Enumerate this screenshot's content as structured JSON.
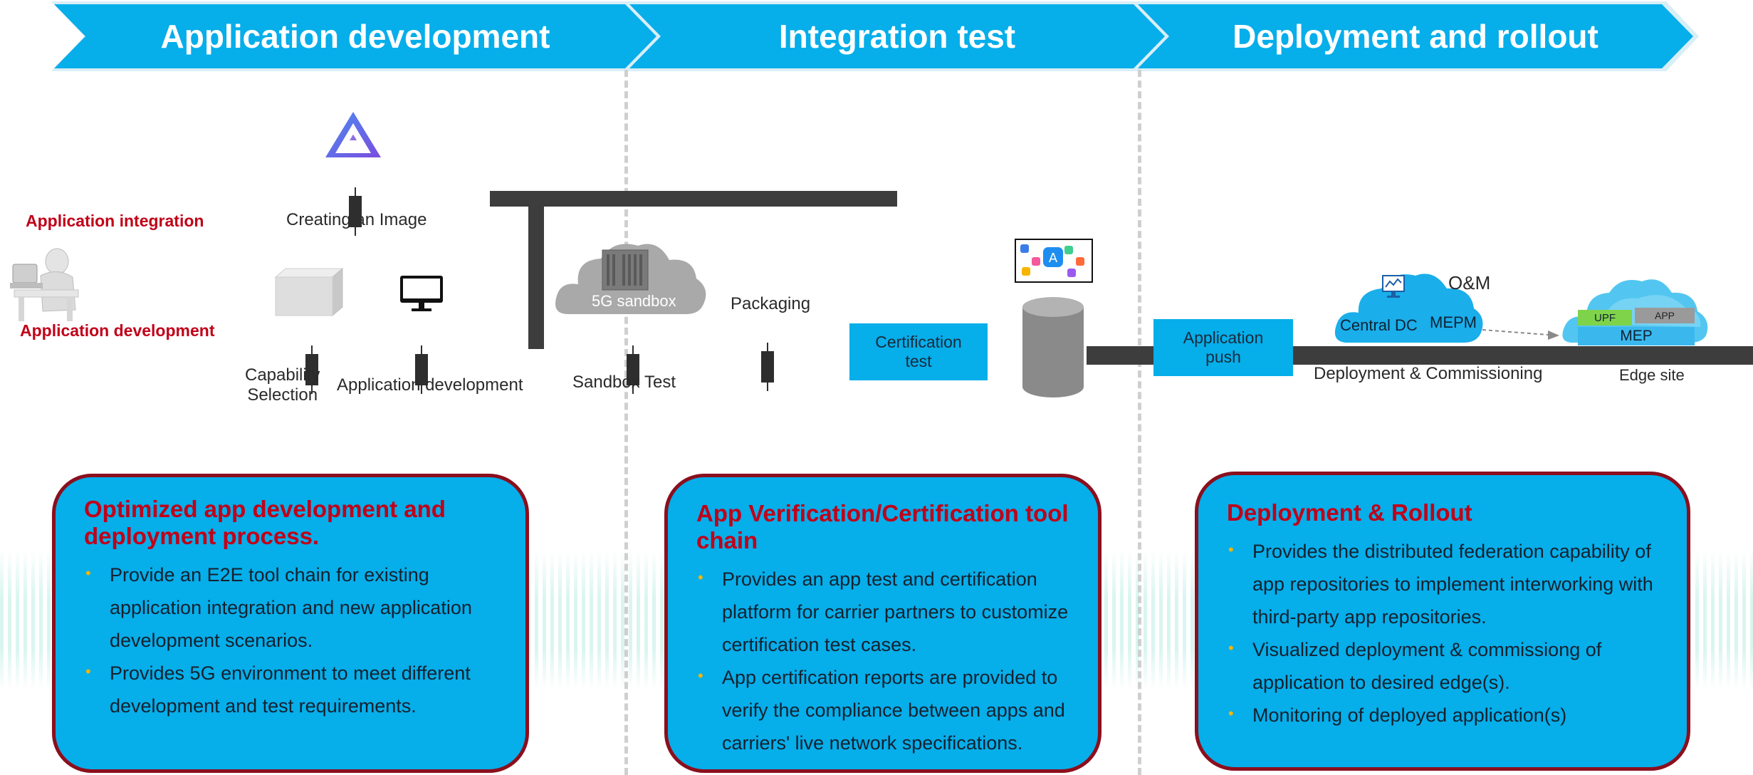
{
  "header": {
    "phase1": "Application development",
    "phase2": "Integration test",
    "phase3": "Deployment and rollout"
  },
  "left": {
    "integration_label": "Application integration",
    "development_label": "Application development"
  },
  "flow": {
    "creating_image": "Creating an Image",
    "capability_line1": "Capability",
    "capability_line2": "Selection",
    "app_development": "Application development",
    "sandbox_label": "5G sandbox",
    "sandbox_test": "Sandbox Test",
    "packaging": "Packaging",
    "cert_line1": "Certification",
    "cert_line2": "test",
    "push_line1": "Application",
    "push_line2": "push",
    "central_dc": "Central DC",
    "mepm": "MEPM",
    "om": "O&M",
    "upf": "UPF",
    "app": "APP",
    "mep": "MEP",
    "deploy_commission": "Deployment & Commissioning",
    "edge_site": "Edge site"
  },
  "cards": {
    "dev": {
      "title": "Optimized app development and deployment process.",
      "items": [
        "Provide an E2E tool chain for existing application integration and new application development scenarios.",
        "Provides 5G environment to meet different development and test requirements."
      ]
    },
    "cert": {
      "title": "App Verification/Certification tool chain",
      "items": [
        "Provides an app test and certification platform for carrier partners to customize certification test cases.",
        "App certification reports are provided to verify the compliance between apps and carriers' live network specifications."
      ]
    },
    "deploy": {
      "title": "Deployment & Rollout",
      "items": [
        "Provides the distributed federation capability of app repositories to implement interworking with third-party app repositories.",
        "Visualized deployment & commissiong of application to desired edge(s).",
        "Monitoring of deployed application(s)"
      ]
    }
  },
  "colors": {
    "accent_blue": "#06aeea",
    "title_red": "#c00018",
    "card_border": "#8b0f1d",
    "bullet_yellow": "#f6b400"
  }
}
